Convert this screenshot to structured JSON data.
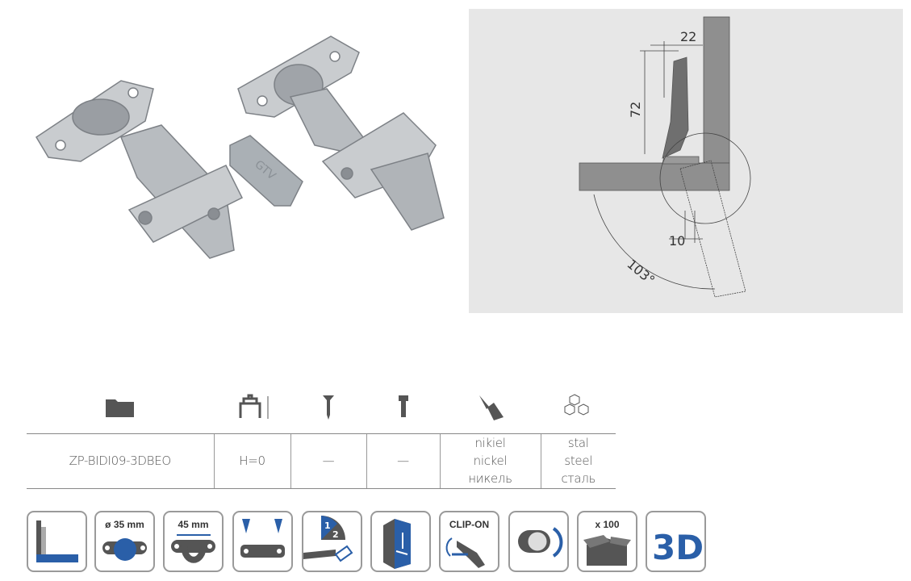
{
  "diagram": {
    "dim_width": "22",
    "dim_height": "72",
    "dim_gap": "10",
    "angle": "103°"
  },
  "photo": {
    "cover_logo": "GTV"
  },
  "table": {
    "header_icons": [
      "folder-icon",
      "mounting-height-icon",
      "wood-screw-icon",
      "euro-screw-icon",
      "paint-brush-icon",
      "material-cubes-icon"
    ],
    "row": {
      "code": "ZP-BIDI09-3DBEO",
      "height": "H=0",
      "wood_screw": "—",
      "euro_screw": "—",
      "finish": [
        "nikiel",
        "nickel",
        "никель"
      ],
      "material": [
        "stal",
        "steel",
        "сталь"
      ]
    }
  },
  "features": {
    "cup_diameter": "ø 35 mm",
    "hole_spacing": "45 mm",
    "clip_on": "CLIP-ON",
    "pack": "x 100",
    "three_d": "3D",
    "step_1": "1",
    "step_2": "2"
  },
  "colors": {
    "accent": "#2a5fa8",
    "icon_gray": "#555555",
    "diagram_bg": "#e7e7e7"
  }
}
